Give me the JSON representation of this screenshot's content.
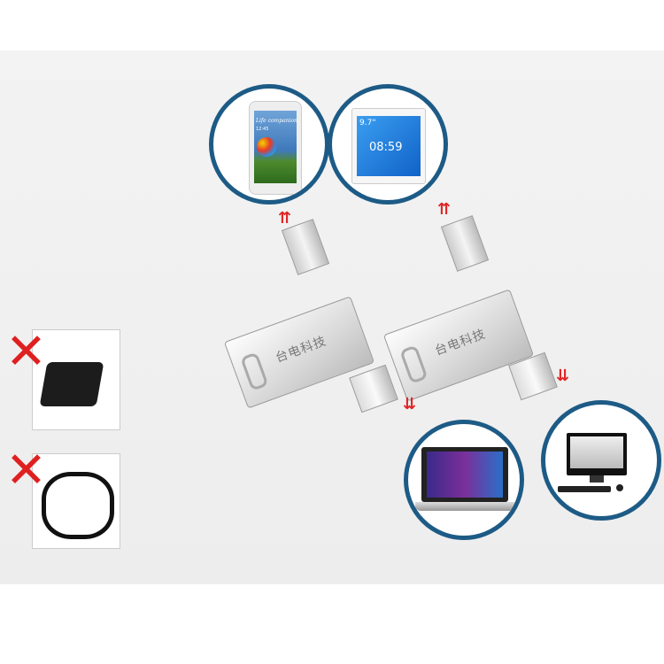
{
  "phone": {
    "screen_text": "Life companion",
    "clock": "12:45"
  },
  "tablet": {
    "size_label": "9.7\"",
    "clock": "08:59"
  },
  "usb_drive": {
    "brand_logo": "台电科技"
  },
  "colors": {
    "ring": "#1d5b86",
    "arrow": "#e02424",
    "cross": "#e02020"
  },
  "icons": {
    "cross": "x-mark-icon",
    "arrow": "double-arrow-icon"
  }
}
